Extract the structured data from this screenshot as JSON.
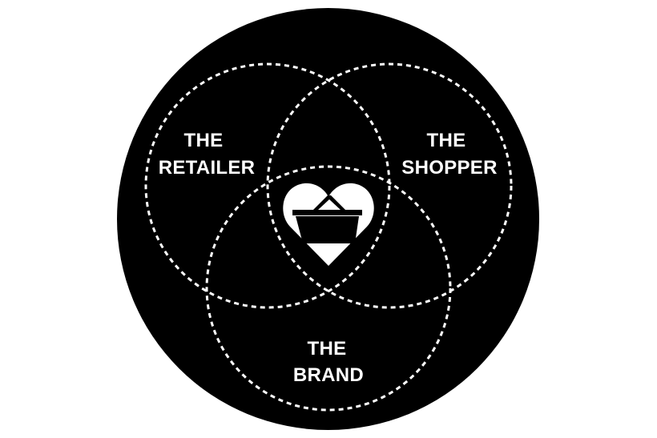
{
  "diagram": {
    "type": "venn",
    "background_color": "#ffffff",
    "disc_color": "#000000",
    "line_color": "#ffffff",
    "sets": [
      {
        "id": "retailer",
        "line1": "THE",
        "line2": "RETAILER"
      },
      {
        "id": "shopper",
        "line1": "THE",
        "line2": "SHOPPER"
      },
      {
        "id": "brand",
        "line1": "THE",
        "line2": "BRAND"
      }
    ],
    "center_icon": "heart-with-shopping-basket-icon"
  }
}
